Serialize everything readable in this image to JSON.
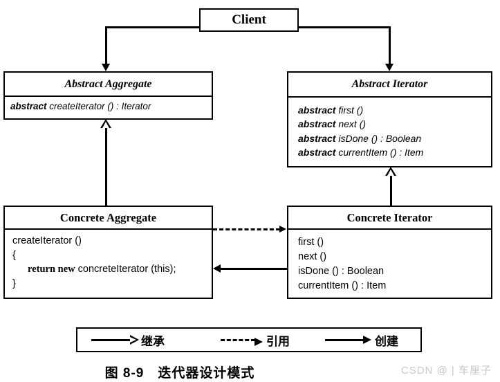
{
  "diagram": {
    "caption": "图 8-9　迭代器设计模式",
    "watermark": "CSDN @ | 车厘子",
    "classes": {
      "client": {
        "title": "Client",
        "methods": []
      },
      "abstract_aggregate": {
        "title": "Abstract Aggregate",
        "methods": [
          {
            "keyword": "abstract",
            "signature": "createIterator () : Iterator"
          }
        ]
      },
      "abstract_iterator": {
        "title": "Abstract Iterator",
        "methods": [
          {
            "keyword": "abstract",
            "signature": "first ()"
          },
          {
            "keyword": "abstract",
            "signature": "next ()"
          },
          {
            "keyword": "abstract",
            "signature": "isDone () : Boolean"
          },
          {
            "keyword": "abstract",
            "signature": "currentItem () : Item"
          }
        ]
      },
      "concrete_aggregate": {
        "title": "Concrete Aggregate",
        "lines": [
          "createIterator ()",
          "{",
          "",
          "}"
        ],
        "return_keyword": "return new",
        "return_expression": "concreteIterator (this);"
      },
      "concrete_iterator": {
        "title": "Concrete Iterator",
        "methods": [
          "first ()",
          "next ()",
          "isDone () : Boolean",
          "currentItem () : Item"
        ]
      }
    },
    "legend": {
      "items": [
        {
          "label": "继承",
          "line": "solid",
          "arrow": "hollow-triangle"
        },
        {
          "label": "引用",
          "line": "dashed",
          "arrow": "filled-arrow"
        },
        {
          "label": "创建",
          "line": "solid",
          "arrow": "filled-arrow"
        }
      ]
    },
    "relations": [
      {
        "from": "Client",
        "to": "Abstract Aggregate",
        "type": "创建"
      },
      {
        "from": "Client",
        "to": "Abstract Iterator",
        "type": "创建"
      },
      {
        "from": "Concrete Aggregate",
        "to": "Abstract Aggregate",
        "type": "继承"
      },
      {
        "from": "Concrete Iterator",
        "to": "Abstract Iterator",
        "type": "继承"
      },
      {
        "from": "Concrete Aggregate",
        "to": "Concrete Iterator",
        "type": "引用"
      },
      {
        "from": "Concrete Iterator",
        "to": "Concrete Aggregate",
        "type": "创建"
      }
    ],
    "colors": {
      "stroke": "#000000",
      "background": "#ffffff",
      "watermark": "#c8c8c8"
    }
  }
}
